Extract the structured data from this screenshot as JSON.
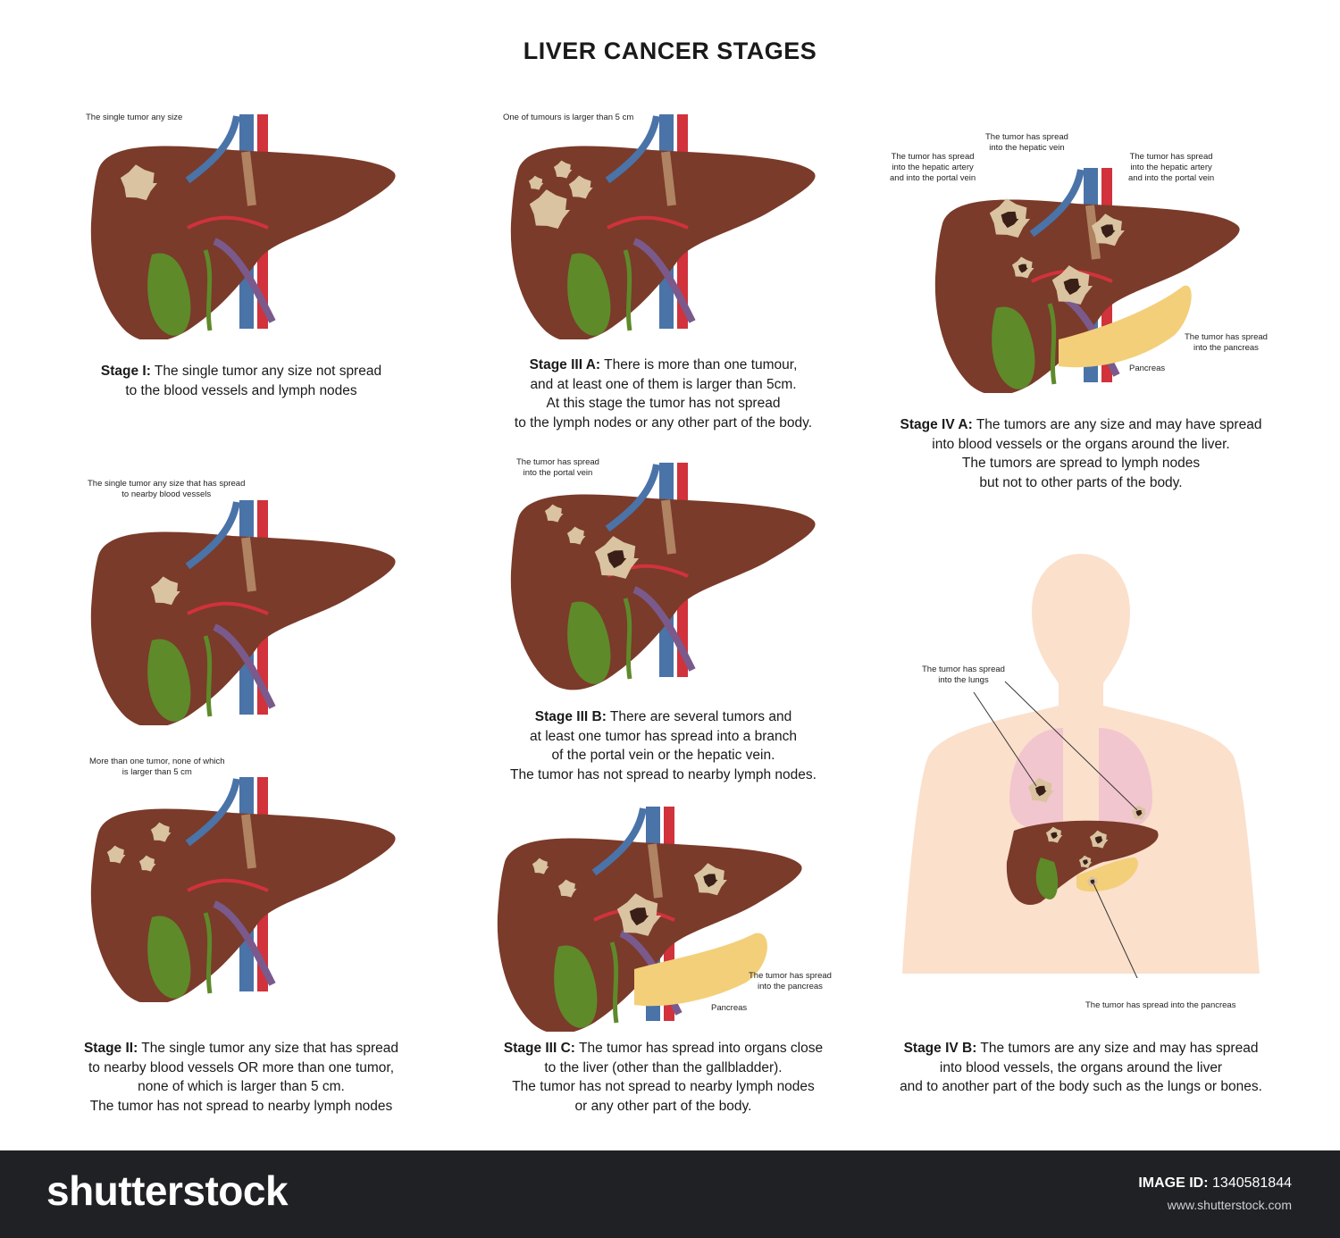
{
  "title": "LIVER CANCER STAGES",
  "stages": {
    "s1": {
      "name": "Stage I:",
      "lines": [
        "The single tumor any size not spread",
        "to the blood vessels and lymph nodes"
      ]
    },
    "s2": {
      "name": "Stage II:",
      "lines": [
        "The single tumor any size that has spread",
        "to nearby blood vessels OR more than one tumor,",
        "none of which is larger than 5 cm.",
        "The tumor has not spread to nearby lymph nodes"
      ]
    },
    "s3a": {
      "name": "Stage III A:",
      "lines": [
        "There is more than one tumour,",
        "and at least one of them is larger than 5cm.",
        "At this stage the tumor has not spread",
        "to the lymph nodes or any other part of the body."
      ]
    },
    "s3b": {
      "name": "Stage III B:",
      "lines": [
        "There are several tumors and",
        "at least one tumor has spread into a branch",
        "of the portal vein or the hepatic vein.",
        "The tumor has not spread to nearby lymph nodes."
      ]
    },
    "s3c": {
      "name": "Stage III C:",
      "lines": [
        "The tumor has spread into organs close",
        "to the liver (other than the gallbladder).",
        "The tumor has not spread to nearby lymph nodes",
        "or any other part of the body."
      ]
    },
    "s4a": {
      "name": "Stage IV A:",
      "lines": [
        "The tumors are any size and may have spread",
        "into blood vessels or the organs around the liver.",
        "The tumors are spread to lymph nodes",
        "but not to other parts of the body."
      ]
    },
    "s4b": {
      "name": "Stage IV B:",
      "lines": [
        "The tumors are any size and may has spread",
        "into blood vessels, the organs around the liver",
        "and to another part of the body such as the lungs or bones."
      ]
    }
  },
  "notes": {
    "n1": "The single tumor any size",
    "n2a": [
      "The single tumor any size that has spread",
      "to nearby blood vessels"
    ],
    "n2b": [
      "More than one tumor, none of which",
      "is larger than 5 cm"
    ],
    "n3a": "One of tumours is larger than 5 cm",
    "n3b": [
      "The tumor has spread",
      "into the portal vein"
    ],
    "n3c_pan": [
      "The tumor has spread",
      "into the pancreas"
    ],
    "n3c_p": "Pancreas",
    "n4a_hv": [
      "The tumor has spread",
      "into the hepatic vein"
    ],
    "n4a_left": [
      "The tumor has spread",
      "into the hepatic artery",
      "and into the portal vein"
    ],
    "n4a_right": [
      "The tumor has spread",
      "into the hepatic artery",
      "and into the portal vein"
    ],
    "n4a_pan": [
      "The tumor has spread",
      "into the pancreas"
    ],
    "n4a_p": "Pancreas",
    "n4b_lungs": [
      "The tumor has spread",
      "into the lungs"
    ],
    "n4b_pan": "The tumor has spread into the pancreas"
  },
  "footer": {
    "logo": "shutterstock",
    "image_id_label": "IMAGE ID:",
    "image_id": "1340581844",
    "site": "www.shutterstock.com"
  },
  "colors": {
    "liver": "#7a3b2a",
    "tumor": "#d9c3a0",
    "gallbladder": "#5e8a2a",
    "vein_blue": "#4a73a8",
    "artery_red": "#d1323b",
    "pancreas": "#f3cf7a",
    "body": "#fbe0cc",
    "lung": "#f2c6ce"
  }
}
